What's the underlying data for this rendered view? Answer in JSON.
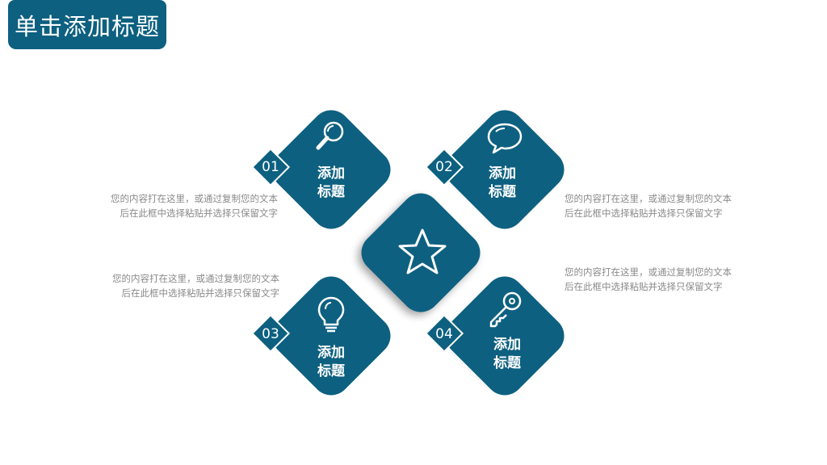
{
  "header": {
    "title": "单击添加标题"
  },
  "cards": [
    {
      "num": "01",
      "title_line1": "添加",
      "title_line2": "标题",
      "icon": "search-icon"
    },
    {
      "num": "02",
      "title_line1": "添加",
      "title_line2": "标题",
      "icon": "speech-bubble-icon"
    },
    {
      "num": "03",
      "title_line1": "添加",
      "title_line2": "标题",
      "icon": "lightbulb-icon"
    },
    {
      "num": "04",
      "title_line1": "添加",
      "title_line2": "标题",
      "icon": "key-icon"
    }
  ],
  "center": {
    "icon": "star-icon"
  },
  "descriptions": [
    {
      "line1": "您的内容打在这里，或通过复制您的文本",
      "line2": "后在此框中选择粘贴并选择只保留文字"
    },
    {
      "line1": "您的内容打在这里，或通过复制您的文本",
      "line2": "后在此框中选择粘贴并选择只保留文字"
    },
    {
      "line1": "您的内容打在这里，或通过复制您的文本",
      "line2": "后在此框中选择粘贴并选择只保留文字"
    },
    {
      "line1": "您的内容打在这里，或通过复制您的文本",
      "line2": "后在此框中选择粘贴并选择只保留文字"
    }
  ],
  "colors": {
    "accent": "#0d6080",
    "text_muted": "#8a8a8a"
  }
}
